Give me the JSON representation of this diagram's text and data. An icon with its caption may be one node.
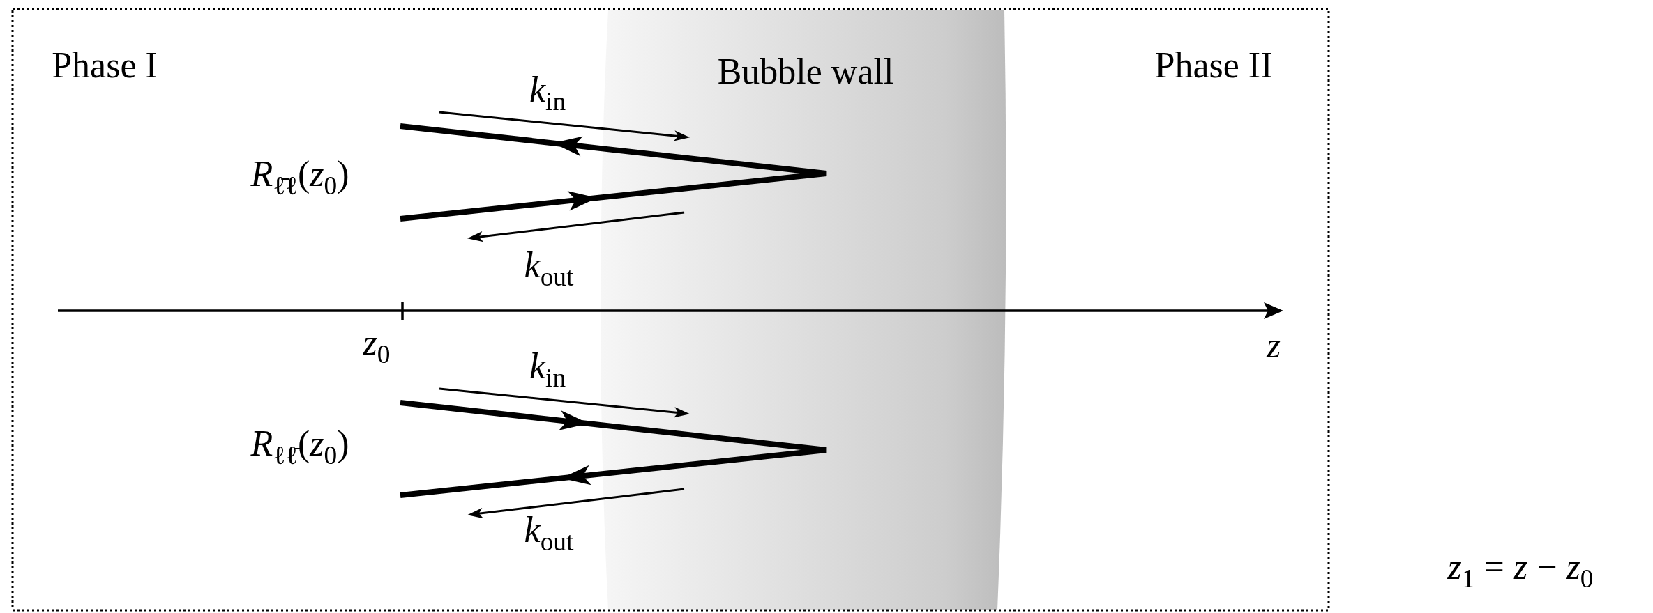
{
  "diagram": {
    "labels": [
      "Phase I",
      "Bubble wall",
      "Phase II",
      "*k*$_{in}$",
      "*R*$_{ℓ̄ℓ}$(*z*$_{0}$)",
      "*k*$_{out}$",
      "*z*$_{0}$",
      "*z*",
      "*k*$_{in}$",
      "*R*$_{ℓℓ̄}$(*z*$_{0}$)",
      "*k*$_{out}$",
      "*z*$_{1}$ = *z* − *z*$_{0}$"
    ]
  }
}
